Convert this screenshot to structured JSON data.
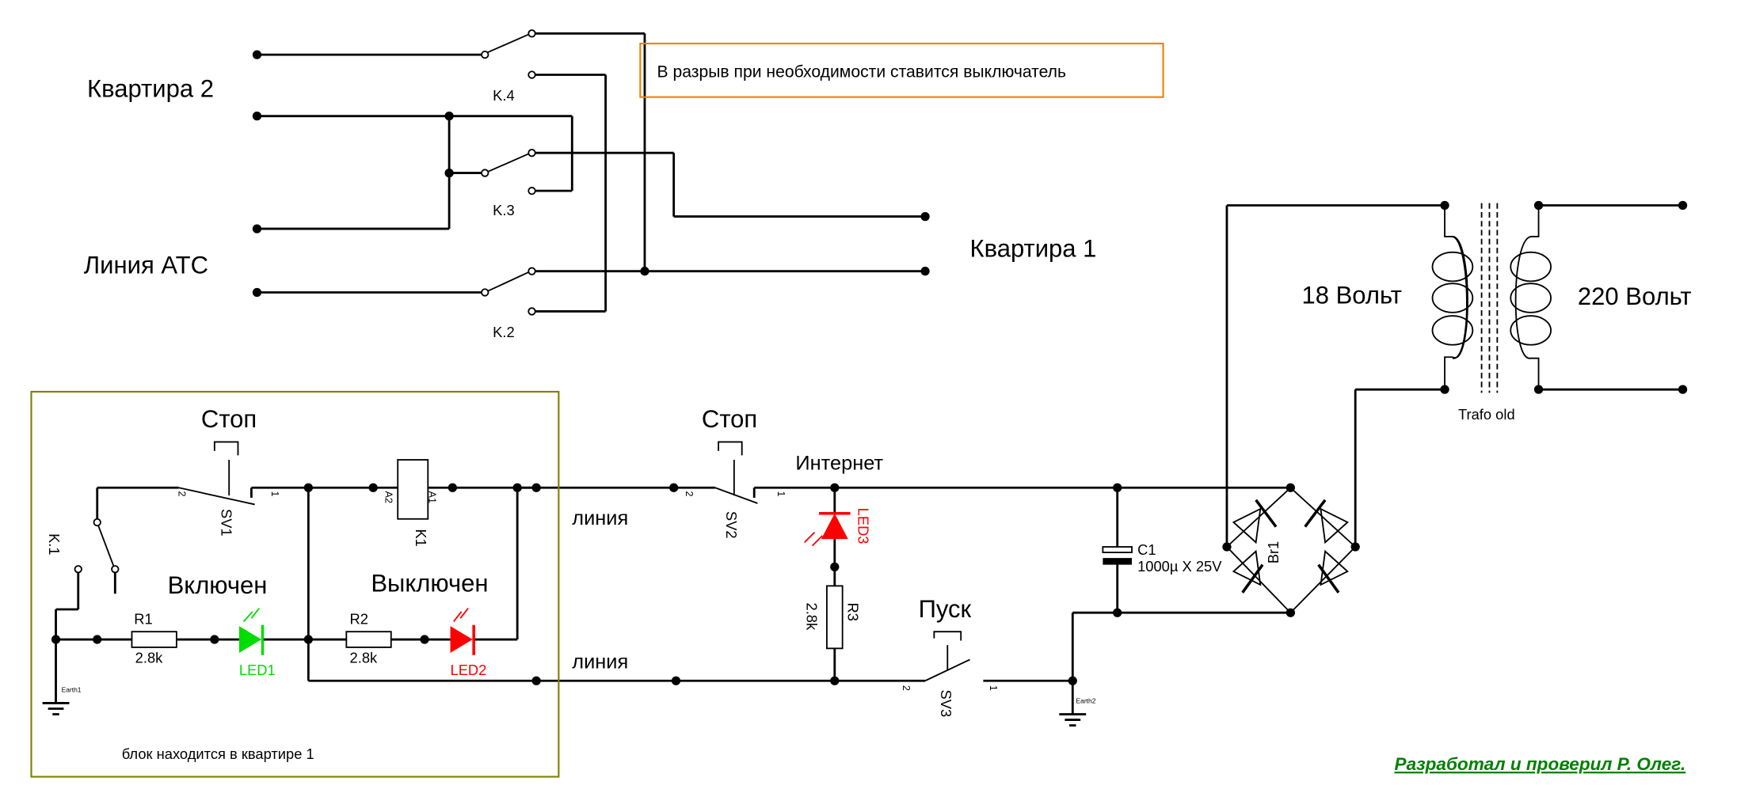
{
  "labels": {
    "apt2": "Квартира 2",
    "line_ats": "Линия АТС",
    "apt1": "Квартира 1",
    "note": "В разрыв при необходимости ставится выключатель",
    "k4": "K.4",
    "k3": "K.3",
    "k2": "K.2",
    "k1": "K.1",
    "stop1": "Стоп",
    "stop2": "Стоп",
    "on": "Включен",
    "off": "Выключен",
    "internet": "Интернет",
    "line_top": "линия",
    "line_bottom": "линия",
    "start": "Пуск",
    "v18": "18 Вольт",
    "v220": "220 Вольт",
    "trafo": "Trafo old",
    "block_note": "блок находится в квартире 1",
    "signature": "Разработал и проверил  Р. Олег."
  },
  "components": {
    "sv1": {
      "name": "SV1",
      "pin1": "1",
      "pin2": "2"
    },
    "sv2": {
      "name": "SV2",
      "pin1": "1",
      "pin2": "2"
    },
    "sv3": {
      "name": "SV3",
      "pin1": "1",
      "pin2": "2"
    },
    "k1": {
      "name": "K1",
      "a1": "A1",
      "a2": "A2"
    },
    "r1": {
      "name": "R1",
      "value": "2.8k"
    },
    "r2": {
      "name": "R2",
      "value": "2.8k"
    },
    "r3": {
      "name": "R3",
      "value": "2.8k"
    },
    "led1": {
      "name": "LED1",
      "color": "#00dd00"
    },
    "led2": {
      "name": "LED2",
      "color": "#ff0000"
    },
    "led3": {
      "name": "LED3",
      "color": "#ff0000"
    },
    "c1": {
      "name": "C1",
      "value": "1000µ X 25V"
    },
    "br1": {
      "name": "Br1"
    },
    "earth1": {
      "name": "Earth1"
    },
    "earth2": {
      "name": "Earth2"
    }
  },
  "colors": {
    "note_border": "#f08000",
    "block_border": "#808000",
    "signature": "#008000"
  }
}
